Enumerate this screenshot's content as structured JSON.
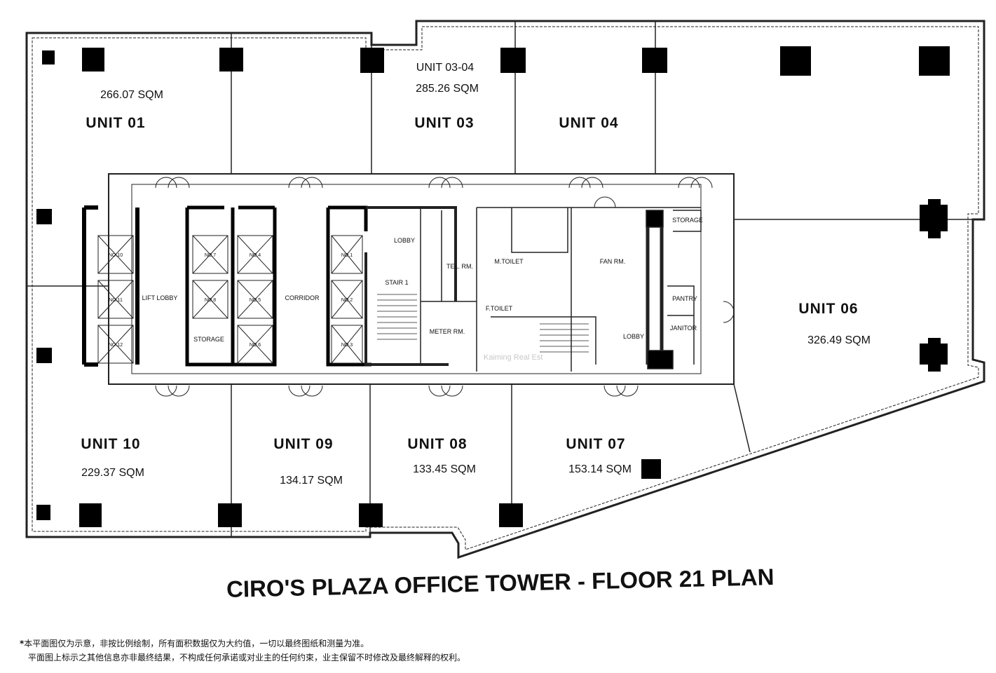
{
  "title": "CIRO'S PLAZA OFFICE TOWER - FLOOR 21 PLAN",
  "units": [
    {
      "id": "u01",
      "name": "UNIT  01",
      "area": "266.07 SQM"
    },
    {
      "id": "u0304",
      "name": "UNIT 03-04",
      "area": "285.26 SQM"
    },
    {
      "id": "u03",
      "name": "UNIT  03"
    },
    {
      "id": "u04",
      "name": "UNIT  04"
    },
    {
      "id": "u06",
      "name": "UNIT  06",
      "area": "326.49 SQM"
    },
    {
      "id": "u07",
      "name": "UNIT  07",
      "area": "153.14 SQM"
    },
    {
      "id": "u08",
      "name": "UNIT  08",
      "area": "133.45 SQM"
    },
    {
      "id": "u09",
      "name": "UNIT  09",
      "area": "134.17 SQM"
    },
    {
      "id": "u10",
      "name": "UNIT  10",
      "area": "229.37 SQM"
    }
  ],
  "rooms": {
    "lift_lobby": "LIFT LOBBY",
    "corridor": "CORRIDOR",
    "storage_core": "STORAGE",
    "lobby_1": "LOBBY",
    "stair_1": "STAIR 1",
    "tel_rm": "TEL. RM.",
    "meter_rm": "METER RM.",
    "m_toilet": "M.TOILET",
    "f_toilet": "F.TOILET",
    "fan_rm": "FAN RM.",
    "storage_east": "STORAGE",
    "pantry": "PANTRY",
    "janitor": "JANITOR",
    "lobby_2": "LOBBY"
  },
  "lifts": [
    "NO.10",
    "NO.11",
    "NO.12",
    "NO.7",
    "NO.8",
    "NO.4",
    "NO.5",
    "NO.6",
    "NO.1",
    "NO.2",
    "NO.3"
  ],
  "watermark": "Kaiming Real Est",
  "notes": [
    "本平面图仅为示意，非按比例绘制，所有面积数据仅为大约值，一切以最终图纸和测量为准。",
    "平面图上标示之其他信息亦非最终结果，不构成任何承诺或对业主的任何约束，业主保留不时修改及最终解释的权利。"
  ],
  "notes_marker": "*"
}
